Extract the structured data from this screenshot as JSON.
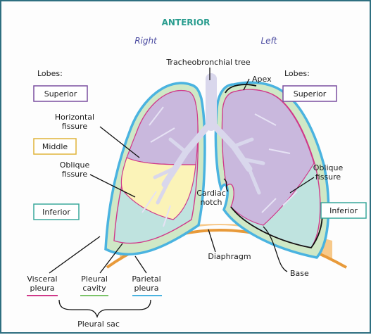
{
  "header": {
    "title": "ANTERIOR",
    "right": "Right",
    "left": "Left"
  },
  "labels": {
    "lobes_right": "Lobes:",
    "lobes_left": "Lobes:",
    "tree": "Tracheobronchial tree",
    "apex": "Apex",
    "horizontal_fissure": [
      "Horizontal",
      "fissure"
    ],
    "oblique_fissure_right": [
      "Oblique",
      "fissure"
    ],
    "oblique_fissure_left": [
      "Oblique",
      "fissure"
    ],
    "cardiac_notch": [
      "Cardiac",
      "notch"
    ],
    "diaphragm": "Diaphragm",
    "base": "Base",
    "visceral_pleura": [
      "Visceral",
      "pleura"
    ],
    "pleural_cavity": [
      "Pleural",
      "cavity"
    ],
    "parietal_pleura": [
      "Parietal",
      "pleura"
    ],
    "pleural_sac": "Pleural sac"
  },
  "boxes": {
    "right_superior": "Superior",
    "right_middle": "Middle",
    "right_inferior": "Inferior",
    "left_superior": "Superior",
    "left_inferior": "Inferior"
  },
  "colors": {
    "header": "#2a9d8f",
    "side": "#4a4aa0",
    "superior": "#c9b8dd",
    "superior_border": "#7b4fa0",
    "middle": "#fbf3b8",
    "middle_border": "#e0b43a",
    "inferior": "#bfe3df",
    "inferior_border": "#3aa89c",
    "cavity": "#cfe8c6",
    "parietal": "#4ab3e0",
    "diaphragm": "#f7c98a",
    "visceral": "#d0398a",
    "bronchi": "#d9d7ec"
  }
}
